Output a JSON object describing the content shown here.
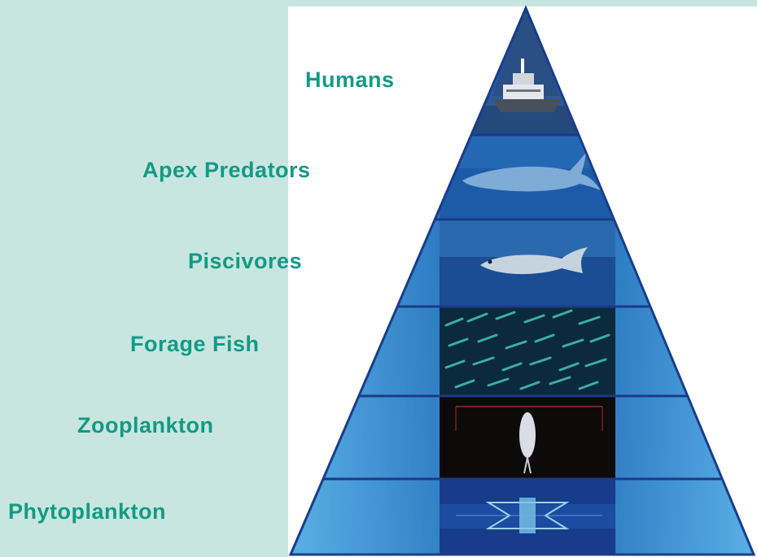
{
  "diagram": {
    "type": "food-pyramid",
    "levels": [
      {
        "label": "Humans",
        "image": "ship-at-sea-photo"
      },
      {
        "label": "Apex Predators",
        "image": "shark-photo"
      },
      {
        "label": "Piscivores",
        "image": "bluefish-photo"
      },
      {
        "label": "Forage Fish",
        "image": "fish-school-photo"
      },
      {
        "label": "Zooplankton",
        "image": "copepod-photo"
      },
      {
        "label": "Phytoplankton",
        "image": "diatom-chain-photo"
      }
    ]
  },
  "colors": {
    "label": "#139a85",
    "background_left": "#c8e6df",
    "pyramid_dark": "#1a3d8f",
    "pyramid_mid": "#3d8fcf",
    "pyramid_light": "#62b3e6",
    "divider": "#1c3a86"
  }
}
